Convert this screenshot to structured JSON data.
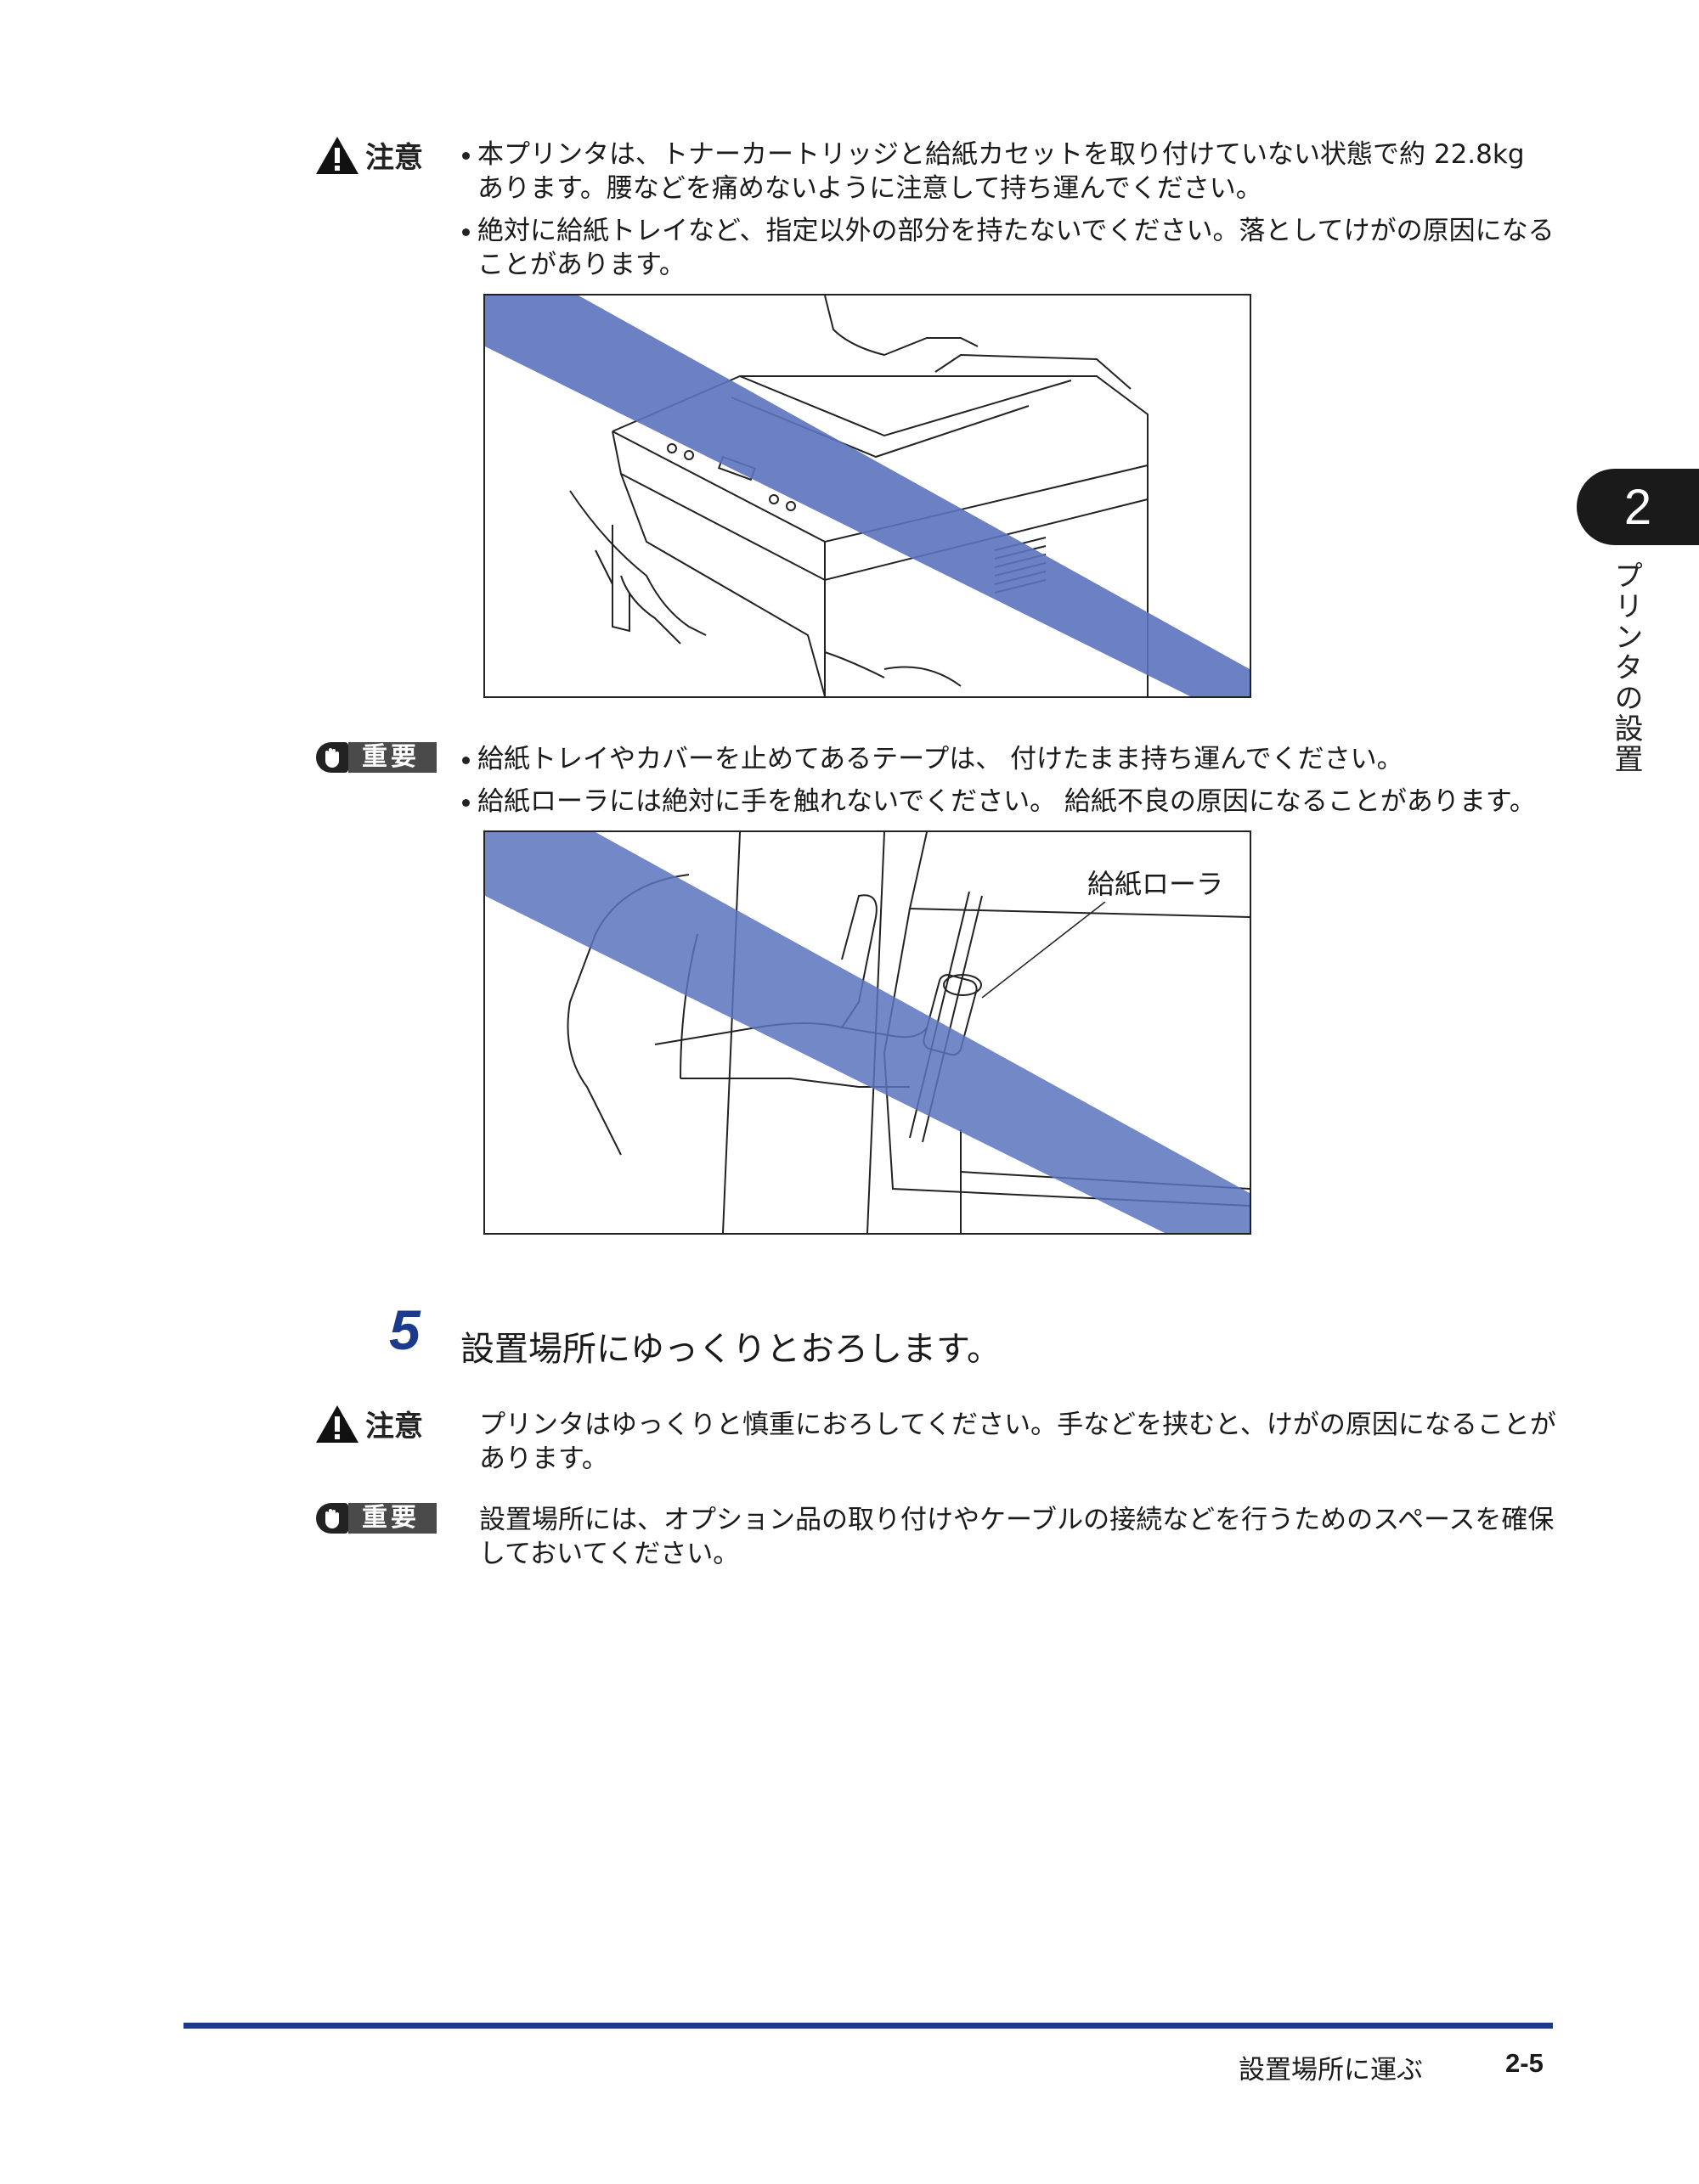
{
  "chapter": {
    "number": "2",
    "title": "プリンタの設置"
  },
  "labels": {
    "caution": "注意",
    "important": "重要"
  },
  "caution1": {
    "bullets": [
      "本プリンタは、トナーカートリッジと給紙カセットを取り付けていない状態で約 22.8kg あります。腰などを痛めないように注意して持ち運んでください。",
      "絶対に給紙トレイなど、指定以外の部分を持たないでください。落としてけがの原因になることがあります。"
    ]
  },
  "important1": {
    "bullets": [
      "給紙トレイやカバーを止めてあるテープは、 付けたまま持ち運んでください。",
      "給紙ローラには絶対に手を触れないでください。 給紙不良の原因になることがあります。"
    ]
  },
  "figure2": {
    "callout": "給紙ローラ"
  },
  "step": {
    "number": "5",
    "text": "設置場所にゆっくりとおろします。"
  },
  "caution2": {
    "text": "プリンタはゆっくりと慎重におろしてください。手などを挟むと、けがの原因になることがあります。"
  },
  "important2": {
    "text": "設置場所には、オプション品の取り付けやケーブルの接続などを行うためのスペースを確保しておいてください。"
  },
  "footer": {
    "section": "設置場所に運ぶ",
    "page": "2-5"
  },
  "colors": {
    "accent": "#1b3a8c",
    "prohibit_band": "#5b73bd"
  }
}
